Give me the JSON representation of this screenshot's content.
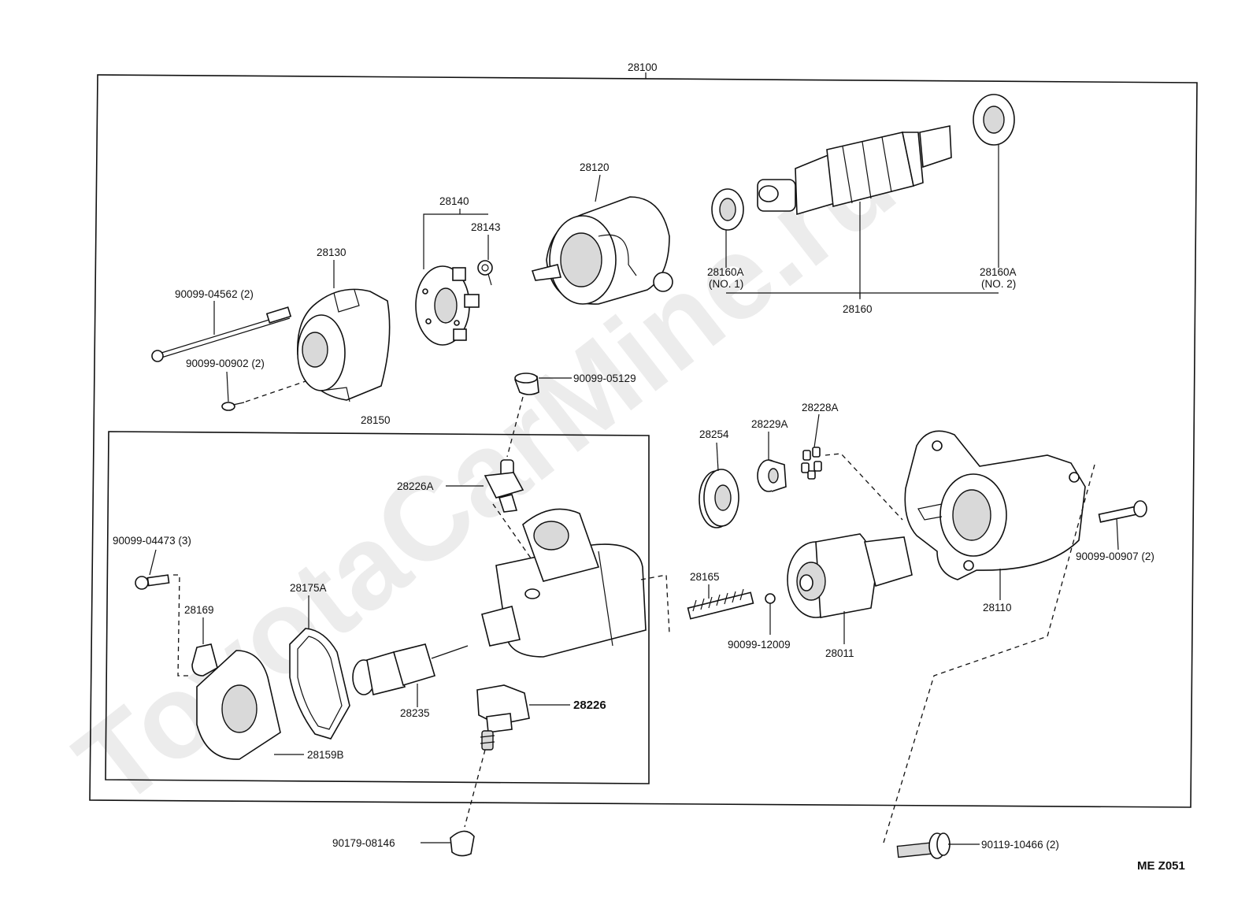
{
  "watermark": "ToyotaCarMine.ru",
  "diagram_code": "ME Z051",
  "labels": {
    "assy": "28100",
    "sub_assy": "28150",
    "p28120": "28120",
    "p28140": "28140",
    "p28143": "28143",
    "p28130": "28130",
    "bolt_long": "90099-04562 (2)",
    "screw_small": "90099-00902 (2)",
    "b160a_1": "28160A",
    "b160a_1_sub": "(NO. 1)",
    "b160a_2": "28160A",
    "b160a_2_sub": "(NO. 2)",
    "p28160": "28160",
    "cap_top": "90099-05129",
    "p28254": "28254",
    "p28229a": "28229A",
    "p28228a": "28228A",
    "p28226a": "28226A",
    "bolt_sub": "90099-04473 (3)",
    "p28169": "28169",
    "p28175a": "28175A",
    "p28235": "28235",
    "p28226": "28226",
    "p28159b": "28159B",
    "p28165": "28165",
    "ball": "90099-12009",
    "p28011": "28011",
    "p28110": "28110",
    "bolt_housing": "90099-00907 (2)",
    "cap_bottom": "90179-08146",
    "bolt_bottom": "90119-10466 (2)"
  }
}
